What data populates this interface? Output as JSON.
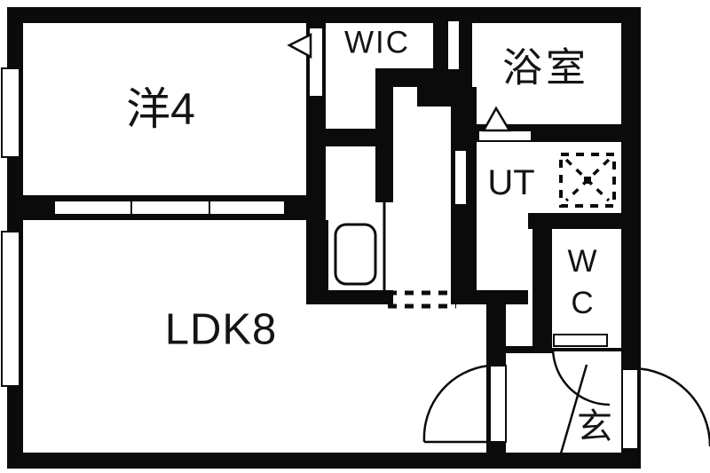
{
  "floorplan": {
    "type": "japanese-apartment-floor-plan",
    "colors": {
      "wall": "#0b0b0b",
      "floor": "#ffffff",
      "background": "#ffffff",
      "text": "#141414"
    },
    "rooms": [
      {
        "id": "western-room",
        "label": "洋4"
      },
      {
        "id": "walk-in-closet",
        "label": "WIC"
      },
      {
        "id": "bathroom",
        "label": "浴室"
      },
      {
        "id": "utility",
        "label": "UT"
      },
      {
        "id": "toilet",
        "label_line1": "W",
        "label_line2": "C"
      },
      {
        "id": "living-dining-kitchen",
        "label": "LDK8"
      },
      {
        "id": "entrance",
        "label": "玄"
      }
    ]
  }
}
